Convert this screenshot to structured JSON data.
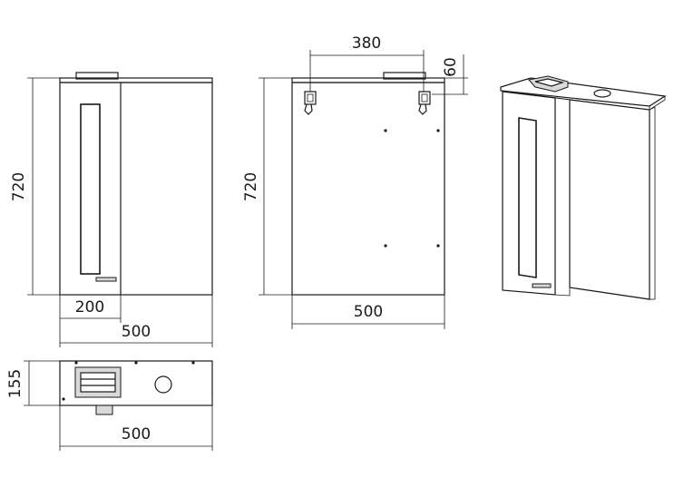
{
  "dimensions": {
    "front_height": "720",
    "front_door_width": "200",
    "front_total_width": "500",
    "back_hanger_span": "380",
    "back_top_offset": "60",
    "back_height": "720",
    "back_width": "500",
    "top_depth": "155",
    "top_width": "500"
  },
  "colors": {
    "line": "#1a1a1a",
    "background": "#ffffff"
  }
}
